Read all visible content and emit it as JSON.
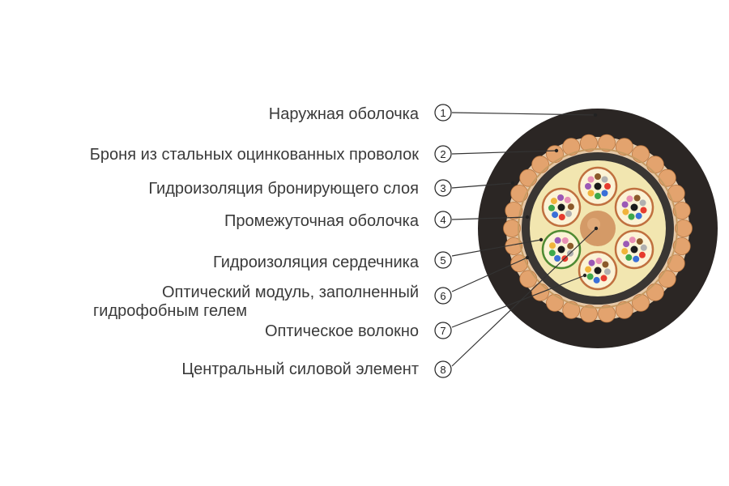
{
  "callouts": [
    {
      "number": "1",
      "label": "Наружная оболочка"
    },
    {
      "number": "2",
      "label": "Броня из стальных оцинкованных проволок"
    },
    {
      "number": "3",
      "label": "Гидроизоляция бронирующего слоя"
    },
    {
      "number": "4",
      "label": "Промежуточная оболочка"
    },
    {
      "number": "5",
      "label": "Гидроизоляция сердечника"
    },
    {
      "number": "6",
      "label_line1": "Оптический модуль, заполненный",
      "label_line2": "гидрофобным гелем"
    },
    {
      "number": "7",
      "label": "Оптическое волокно"
    },
    {
      "number": "8",
      "label": "Центральный силовой элемент"
    }
  ],
  "colors": {
    "outer_sheath": "#2b2624",
    "armor_wire": "#e3a36e",
    "armor_bed": "#e6c9a8",
    "intermediate_sheath": "#3a3633",
    "core_fill": "#f2e6b0",
    "central_member": "#d49a67",
    "module_tube_outline": "#c0703f",
    "module_tube_outline_green": "#4f8a32",
    "leader_line": "#333333"
  },
  "fiber_colors": [
    "#1b1b1b",
    "#e63b2e",
    "#3a6fd8",
    "#3da84a",
    "#f0b43a",
    "#9b59b6",
    "#e88fb4",
    "#8b5a2b",
    "#b0b0b0",
    "#25c0d0",
    "#f5e23b",
    "#ffffff"
  ],
  "module_count": 6,
  "armor_wire_count": 30
}
